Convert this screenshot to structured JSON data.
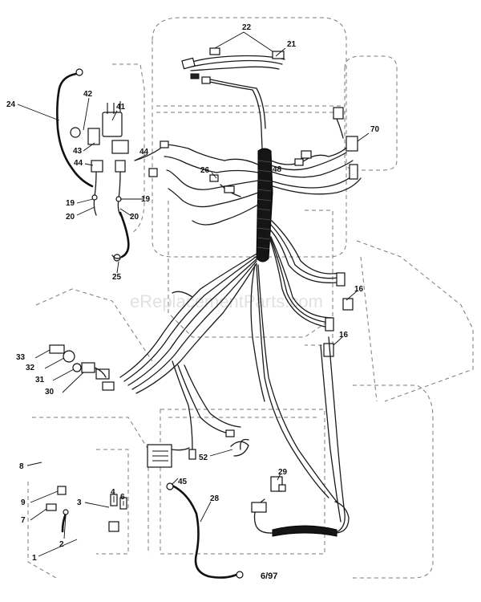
{
  "watermark": "eReplacementParts.com",
  "date_code": "6/97",
  "callouts": [
    "22",
    "21",
    "42",
    "41",
    "24",
    "43",
    "44",
    "44",
    "48",
    "26",
    "70",
    "19",
    "19",
    "20",
    "20",
    "25",
    "16",
    "16",
    "33",
    "32",
    "31",
    "30",
    "8",
    "52",
    "28",
    "45",
    "9",
    "7",
    "3",
    "4",
    "6",
    "2",
    "1",
    "29"
  ]
}
